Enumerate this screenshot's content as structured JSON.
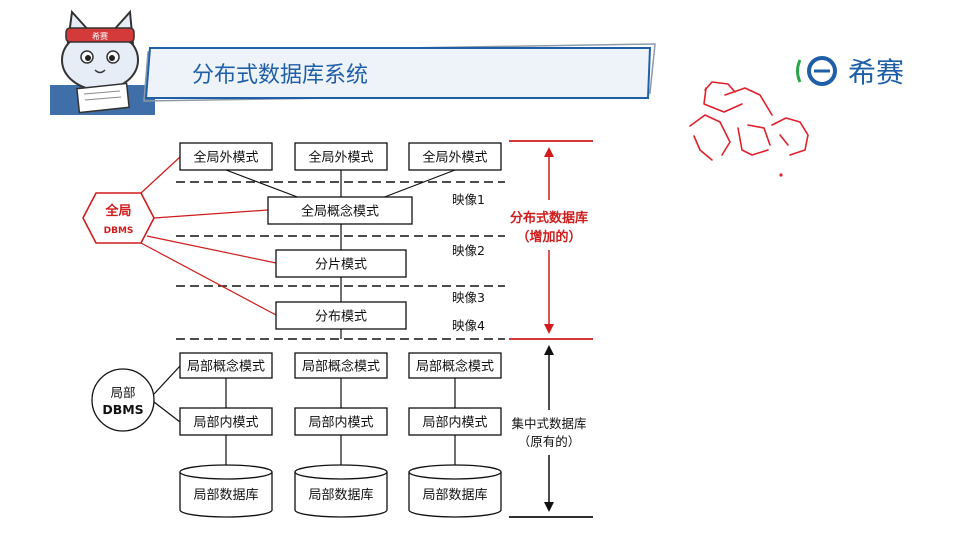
{
  "slide": {
    "title": "分布式数据库系统",
    "logo_text": "希赛",
    "logo_icon": "xisai-logo-icon",
    "mascot_badge": "希赛",
    "accent_color": "#1f5fa8"
  },
  "diagram": {
    "global_external_schemas": [
      "全局外模式",
      "全局外模式",
      "全局外模式"
    ],
    "global_conceptual_schema": "全局概念模式",
    "fragment_schema": "分片模式",
    "allocation_schema": "分布模式",
    "local_conceptual_schemas": [
      "局部概念模式",
      "局部概念模式",
      "局部概念模式"
    ],
    "local_internal_schemas": [
      "局部内模式",
      "局部内模式",
      "局部内模式"
    ],
    "local_databases": [
      "局部数据库",
      "局部数据库",
      "局部数据库"
    ],
    "mappings": [
      "映像1",
      "映像2",
      "映像3",
      "映像4"
    ],
    "global_dbms": {
      "line1": "全局",
      "line2": "DBMS",
      "color": "#d01c1c"
    },
    "local_dbms": {
      "line1": "局部",
      "line2": "DBMS"
    },
    "distributed_label": {
      "line1": "分布式数据库",
      "line2": "（增加的）",
      "color": "#d01c1c"
    },
    "centralized_label": {
      "line1": "集中式数据库",
      "line2": "（原有的）"
    }
  }
}
